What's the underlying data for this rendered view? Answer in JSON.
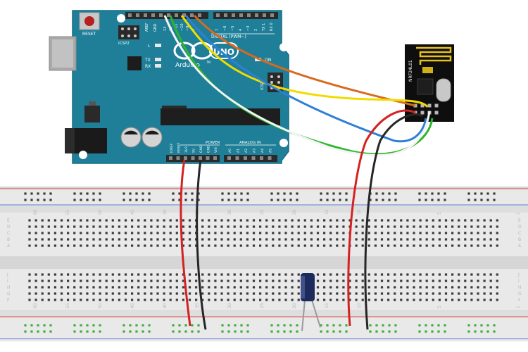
{
  "arduino": {
    "reset_label": "RESET",
    "icsp_label": "ICSP2",
    "aref_label": "AREF",
    "gnd_label": "GND",
    "digital_label": "DIGITAL (PWM~)",
    "uno_label": "UNO",
    "brand_label": "Arduino",
    "tm_label": "TM",
    "l_label": "L",
    "tx_label": "TX",
    "rx_label": "RX",
    "on_label": "ON",
    "power_label": "POWER",
    "analog_label": "ANALOG IN",
    "icsp_small_label": "ICSP",
    "digital_pins": [
      "13",
      "12",
      "~11",
      "~10",
      "~9",
      "8",
      "7",
      "~6",
      "~5",
      "4",
      "~3",
      "2",
      "TX 1",
      "RX 0"
    ],
    "power_pins": [
      "IOREF",
      "RESET",
      "3V3",
      "5V",
      "GND",
      "GND",
      "VIN"
    ],
    "analog_pins": [
      "A0",
      "A1",
      "A2",
      "A3",
      "A4",
      "A5"
    ]
  },
  "module": {
    "chip_label": "NRF24L01"
  },
  "breadboard": {
    "column_numbers": [
      "60",
      "55",
      "50",
      "45",
      "40",
      "35",
      "30",
      "25",
      "20",
      "15",
      "10",
      "5",
      "1"
    ],
    "rows_top": [
      "A",
      "B",
      "C",
      "D",
      "E"
    ],
    "rows_bottom": [
      "F",
      "G",
      "H",
      "I",
      "J"
    ]
  },
  "colors": {
    "board": "#1f7f99",
    "board_dark": "#176b82",
    "breadboard": "#e8e8e8",
    "rail_red": "#d9534f",
    "rail_blue": "#5b7bd6",
    "wire_orange": "#d86a1e",
    "wire_yellow": "#f0dc00",
    "wire_blue": "#2f7fd6",
    "wire_green": "#2cb52c",
    "wire_white": "#f4f4f4",
    "wire_red": "#d42121",
    "wire_black": "#262626",
    "capacitor": "#1c2a5c"
  }
}
